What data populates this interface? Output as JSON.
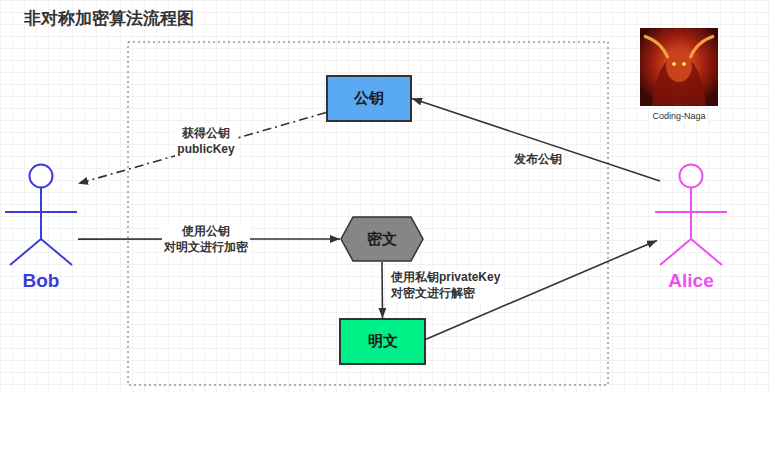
{
  "diagram": {
    "title": "非对称加密算法流程图",
    "nodes": [
      {
        "text": [
          "公钥"
        ]
      },
      {
        "text": [
          "Bob"
        ]
      },
      {
        "text": [
          "密文"
        ]
      },
      {
        "text": [
          "Alice"
        ]
      },
      {
        "text": [
          "明文"
        ]
      }
    ],
    "edges": [
      {
        "from": 3,
        "to": 0,
        "label": "发布公钥",
        "arrow": "to"
      },
      {
        "from": 0,
        "to": 1,
        "label": "获得公钥 publicKey",
        "arrow": "to"
      },
      {
        "from": 1,
        "to": 2,
        "label": "使用公钥 对明文进行加密",
        "arrow": "to"
      },
      {
        "from": 2,
        "to": 4,
        "label": "使用私钥privateKey 对密文进行解密",
        "arrow": "to"
      },
      {
        "from": 4,
        "to": 3,
        "arrow": "to"
      }
    ],
    "labels": [
      "Coding-Naga"
    ]
  }
}
